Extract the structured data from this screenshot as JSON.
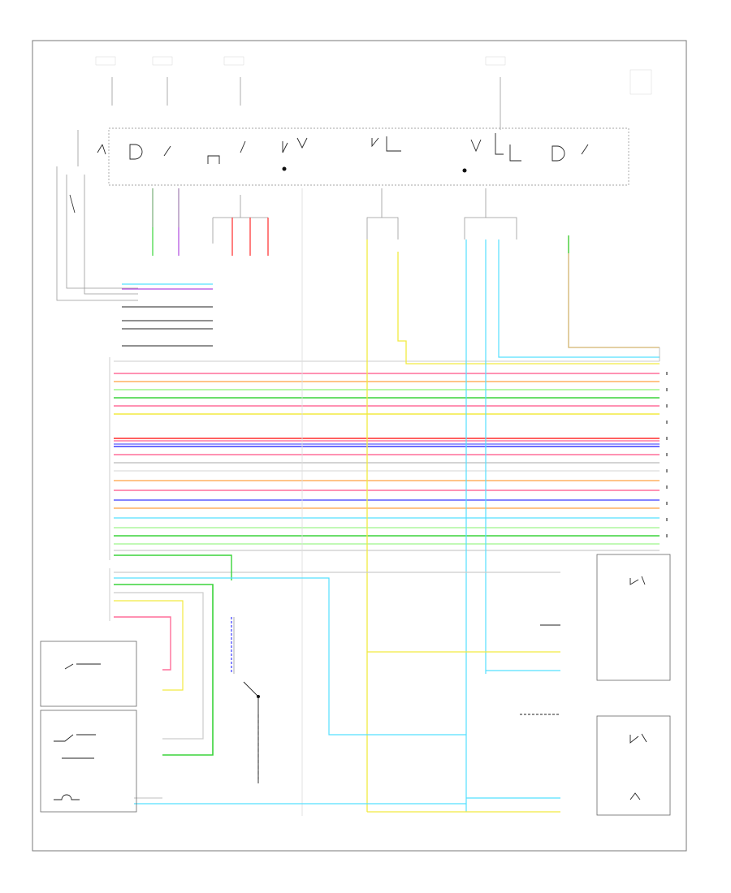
{
  "diagram": {
    "footer_code": "",
    "wire_colors": {
      "pink": "#ff6e9a",
      "red": "#ff2a2a",
      "orange": "#ffb060",
      "yellow": "#f2ea40",
      "green": "#3ad43a",
      "light_green": "#9ef58a",
      "blue": "#3a3aff",
      "light_blue": "#55e0ff",
      "purple": "#b04ae0",
      "gray": "#b0b0b0",
      "black": "#222222",
      "tan": "#d2b46e"
    },
    "components": [
      {
        "id": "fuse-box-top",
        "icon": "fuse-icon"
      },
      {
        "id": "power-door-lock-switches",
        "icon": "switch-icon"
      },
      {
        "id": "control-module",
        "icon": "connector-icon"
      },
      {
        "id": "rear-door-lock-actuator",
        "icon": "actuator-icon"
      },
      {
        "id": "front-door-lock-actuator",
        "icon": "actuator-icon"
      },
      {
        "id": "door-lock-switch-rear",
        "icon": "switch-icon"
      },
      {
        "id": "door-lock-switch-front",
        "icon": "switch-icon"
      }
    ]
  }
}
